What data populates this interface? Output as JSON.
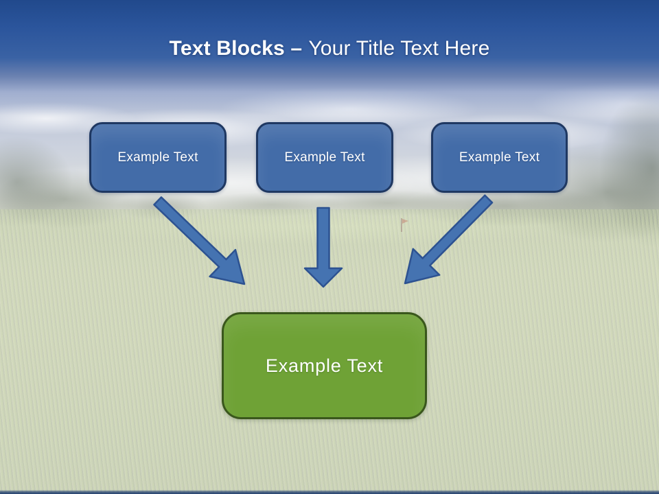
{
  "title": {
    "bold": "Text Blocks –",
    "rest": "Your Title Text Here"
  },
  "blocks": [
    {
      "label": "Example Text"
    },
    {
      "label": "Example Text"
    },
    {
      "label": "Example Text"
    }
  ],
  "result": {
    "label": "Example Text"
  },
  "icons": {
    "arrows": [
      {
        "name": "arrow-down-right"
      },
      {
        "name": "arrow-down"
      },
      {
        "name": "arrow-down-left"
      }
    ]
  },
  "colors": {
    "header-top": "#21498c",
    "header-mid": "#3a62a4",
    "blue-fill": "#436ca8",
    "blue-border": "#1f3862",
    "arrow-fill": "#4573b1",
    "arrow-border": "#2d5291",
    "green-fill": "#6fa236",
    "green-border": "#3a571c",
    "footer-navy": "#24426f",
    "text-white": "#ffffff"
  }
}
